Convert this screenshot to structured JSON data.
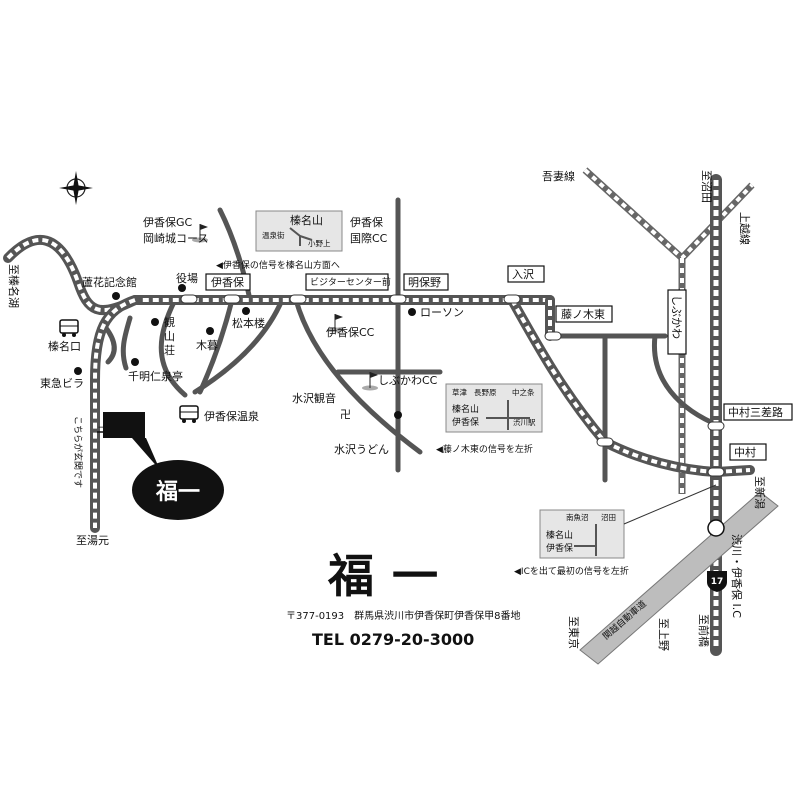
{
  "labels": {
    "to_haruna_lake": "至榛名湖",
    "roka_museum": "蘆花記念館",
    "yakuba": "役場",
    "ikaho_gc": "伊香保GC",
    "okazakijo_course": "岡崎城コース",
    "ikaho_kokusai_1": "伊香保",
    "ikaho_kokusai_2": "国際CC",
    "harunasan_bus": "榛名口",
    "kankisou_1": "観",
    "kankisou_2": "山",
    "kankisou_3": "荘",
    "matsumotoro": "松本楼",
    "kogure": "木暮",
    "senmeijinsentei": "千明仁泉亭",
    "tokyu_villa": "東急ビラ",
    "ikaho_onsen": "伊香保温泉",
    "kochira_genkan": "こちらが玄関です",
    "to_yumoto": "至湯元",
    "fukuichi": "福一",
    "ikaho_signal": "伊香保",
    "visitor_center": "ビジターセンター前",
    "meihono": "明保野",
    "irisawa": "入沢",
    "lawson": "ローソン",
    "ikaho_cc": "伊香保CC",
    "shibukawa_cc": "しぶかわCC",
    "mizusawa_kannon": "水沢観音",
    "mizusawa_udon": "水沢うどん",
    "fujinoki_higashi": "藤ノ木東",
    "fujinoki_note": "◀藤ノ木東の信号を左折",
    "harunasan_note": "◀伊香保の信号を榛名山方面へ",
    "agatsuma_line": "吾妻線",
    "to_numata": "至沼田",
    "joetsu_line": "上越線",
    "shibukawa_station": "しぶかわ",
    "nakamura_sansaro": "中村三差路",
    "nakamura": "中村",
    "to_niigata": "至新潟",
    "shibukawa_ikaho_ic": "渋川・伊香保 I.C",
    "to_tokyo": "至東京",
    "to_ueno": "至上野",
    "to_maebashi": "至前橋",
    "kanetsu": "関越自動車道",
    "ic_note": "◀ICを出て最初の信号を左折",
    "manji": "卍",
    "route_17": "17"
  },
  "inset_top": {
    "harunasan": "榛名山",
    "onsengai": "温泉街",
    "onoue": "小野上"
  },
  "inset_mid": {
    "kusatsu": "草津",
    "naganohara": "長野原",
    "nakanojo": "中之条",
    "harunasan": "榛名山",
    "ikaho": "伊香保",
    "shibukawa_eki": "渋川駅"
  },
  "inset_bottom": {
    "minamiuonuma": "南魚沼",
    "numata": "沼田",
    "harunasan": "榛名山",
    "ikaho": "伊香保"
  },
  "footer": {
    "logo_text": "福一",
    "address": "〒377-0193　群馬県渋川市伊香保町伊香保甲8番地",
    "tel": "TEL 0279-20-3000"
  }
}
